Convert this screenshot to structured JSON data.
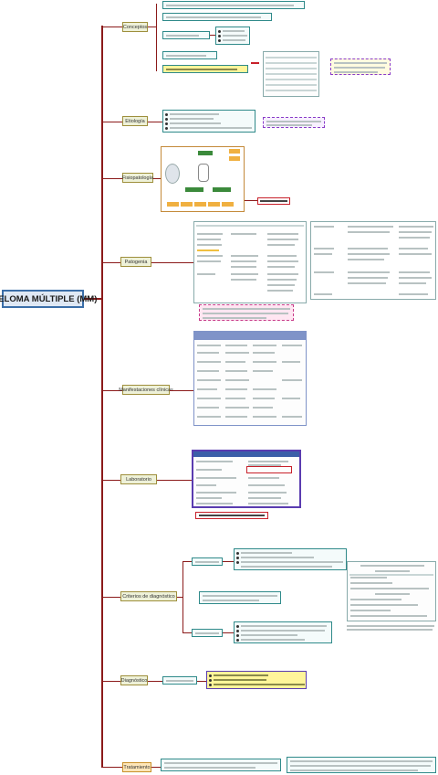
{
  "title": "MIELOMA MÚLTIPLE (MM)",
  "branches": {
    "conceptos": "Conceptos",
    "etiologia": "Etiología",
    "fisiopatologia": "Fisiopatología",
    "patogenia": "Patogenia",
    "manifestaciones": "Manifestaciones clínicas",
    "laboratorio": "Laboratorio",
    "criterios": "Criterios de diagnóstico",
    "diagnostico": "Diagnóstico",
    "tratamiento": "Tratamiento"
  },
  "colors": {
    "spine": "#8b1a1a",
    "branch_border": "#9e8f3c",
    "leaf_border": "#2f8a8a",
    "highlight": "#fff59a",
    "alert": "#c8202a",
    "root_border": "#3b6ea8"
  }
}
